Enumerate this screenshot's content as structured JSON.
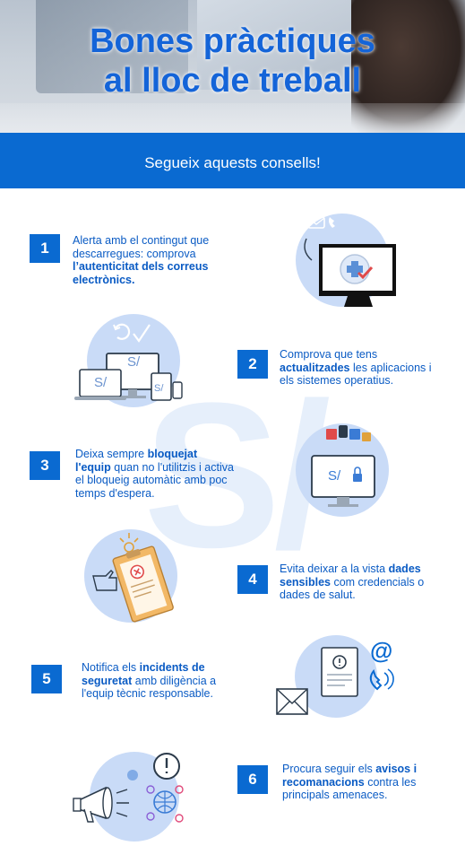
{
  "hero": {
    "title_line1": "Bones pràctiques",
    "title_line2": "al lloc de treball"
  },
  "banner": {
    "text": "Segueix aquests consells!"
  },
  "watermark": {
    "text": "S/"
  },
  "tips": [
    {
      "number": "1",
      "text_before": "Alerta amb el contingut que descarregues: comprova ",
      "bold": "l’autenticitat dels correus electrònics.",
      "text_after": ""
    },
    {
      "number": "2",
      "text_before": "Comprova que tens ",
      "bold": "actualitzades",
      "text_after": " les aplicacions i els sistemes operatius."
    },
    {
      "number": "3",
      "text_before": "Deixa sempre ",
      "bold": "bloquejat l'equip",
      "text_after": " quan no l'utilitzis i activa el bloqueig automàtic amb poc temps d'espera."
    },
    {
      "number": "4",
      "text_before": "Evita deixar a la vista ",
      "bold": "dades sensibles",
      "text_after": " com credencials o dades de salut."
    },
    {
      "number": "5",
      "text_before": "Notifica els ",
      "bold": "incidents de seguretat",
      "text_after": " amb diligència a l'equip tècnic responsable."
    },
    {
      "number": "6",
      "text_before": "Procura seguir els ",
      "bold": "avisos i recomanacions",
      "text_after": " contra les principals amenaces."
    }
  ],
  "device_labels": {
    "laptop": "S/",
    "monitor": "S/",
    "tablet": "S/",
    "lock_screen": "S/"
  },
  "colors": {
    "primary": "#0a6ad1",
    "circle": "#c9dbf7",
    "text": "#0a5bc4"
  }
}
